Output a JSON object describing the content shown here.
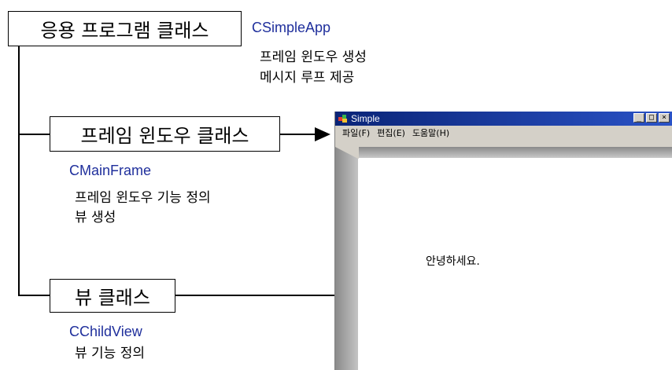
{
  "app_box": {
    "label": "응용 프로그램 클래스"
  },
  "app_class": {
    "name": "CSimpleApp",
    "desc1": "프레임 윈도우 생성",
    "desc2": "메시지 루프 제공"
  },
  "frame_box": {
    "label": "프레임 윈도우 클래스"
  },
  "frame_class": {
    "name": "CMainFrame",
    "desc1": "프레임 윈도우 기능 정의",
    "desc2": "뷰 생성"
  },
  "view_box": {
    "label": "뷰 클래스"
  },
  "view_class": {
    "name": "CChildView",
    "desc1": "뷰 기능 정의"
  },
  "window": {
    "title": "Simple",
    "menu": [
      "파일(F)",
      "편집(E)",
      "도움말(H)"
    ],
    "buttons": [
      "_",
      "□",
      "×"
    ],
    "client_text": "안녕하세요."
  },
  "colors": {
    "class_name": "#1f2f9c",
    "titlebar": "#0a2477"
  }
}
